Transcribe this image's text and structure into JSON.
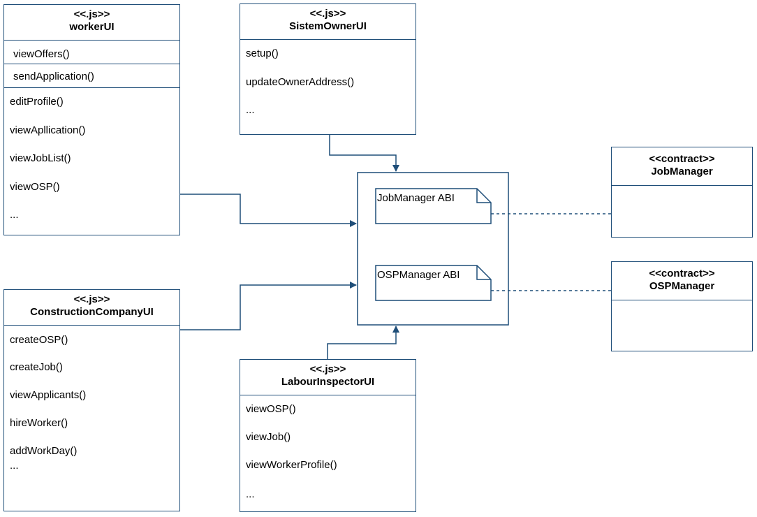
{
  "workerUI": {
    "stereotype": "<<.js>>",
    "name": "workerUI",
    "methods": [
      "viewOffers()",
      "sendApplication()",
      "editProfile()",
      "viewApllication()",
      "viewJobList()",
      "viewOSP()",
      "..."
    ]
  },
  "sistemOwnerUI": {
    "stereotype": "<<.js>>",
    "name": "SistemOwnerUI",
    "methods": [
      "setup()",
      "updateOwnerAddress()",
      "..."
    ]
  },
  "constructionCompanyUI": {
    "stereotype": "<<.js>>",
    "name": "ConstructionCompanyUI",
    "methods": [
      "createOSP()",
      "createJob()",
      "viewApplicants()",
      "hireWorker()",
      "addWorkDay()",
      "..."
    ]
  },
  "labourInspectorUI": {
    "stereotype": "<<.js>>",
    "name": "LabourInspectorUI",
    "methods": [
      "viewOSP()",
      "viewJob()",
      "viewWorkerProfile()",
      "..."
    ]
  },
  "jobManager": {
    "stereotype": "<<contract>>",
    "name": "JobManager"
  },
  "ospManager": {
    "stereotype": "<<contract>>",
    "name": "OSPManager"
  },
  "abiNotes": {
    "jobManagerAbi": "JobManager ABI",
    "ospManagerAbi": "OSPManager ABI"
  },
  "colors": {
    "stroke": "#1f4e79"
  }
}
